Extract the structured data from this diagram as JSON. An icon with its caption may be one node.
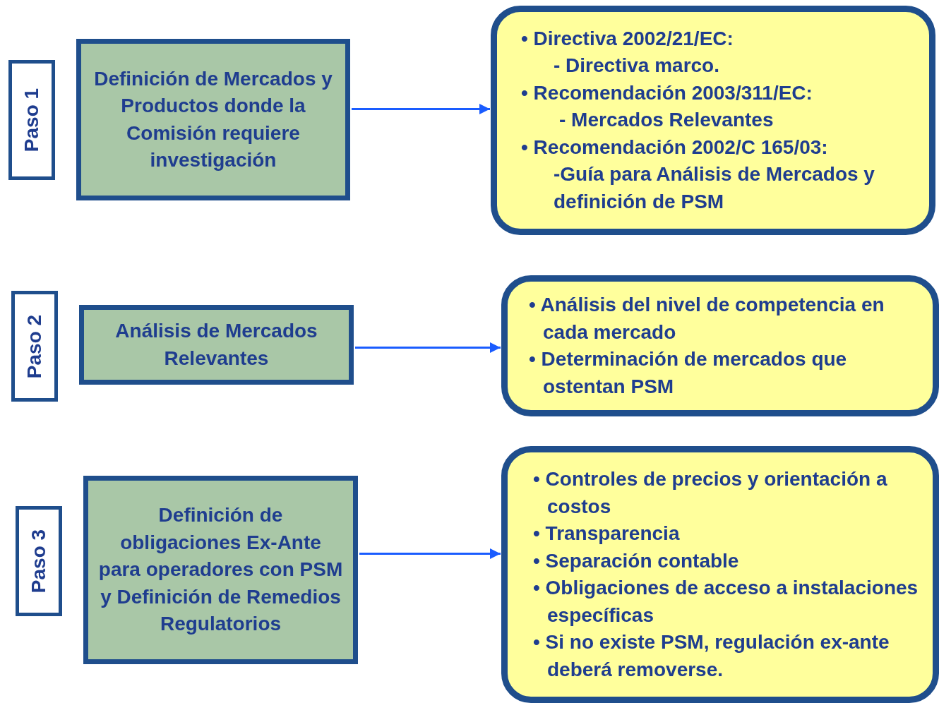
{
  "diagram": {
    "nodes": [
      {
        "text": [
          "Paso 1"
        ]
      },
      {
        "text": [
          "Definición de Mercados y Productos donde la Comisión requiere investigación"
        ]
      },
      {
        "text": [
          "• Directiva 2002/21/EC:",
          "- Directiva marco.",
          "• Recomendación 2003/311/EC:",
          "- Mercados Relevantes",
          "• Recomendación 2002/C 165/03:",
          "-Guía para Análisis de Mercados y definición de PSM"
        ]
      },
      {
        "text": [
          "Paso 2"
        ]
      },
      {
        "text": [
          "Análisis de Mercados Relevantes"
        ]
      },
      {
        "text": [
          "• Análisis del nivel de competencia en cada mercado",
          "• Determinación de mercados que ostentan PSM"
        ]
      },
      {
        "text": [
          "Paso 3"
        ]
      },
      {
        "text": [
          "Definición de obligaciones Ex-Ante para operadores con PSM y Definición de Remedios Regulatorios"
        ]
      },
      {
        "text": [
          "• Controles de precios y orientación a costos",
          "• Transparencia",
          "• Separación contable",
          "• Obligaciones de acceso a instalaciones específicas",
          "• Si no existe PSM, regulación ex-ante deberá removerse."
        ]
      }
    ],
    "edges": [
      {
        "from": 1,
        "to": 2,
        "arrow": "to"
      },
      {
        "from": 4,
        "to": 5,
        "arrow": "to"
      },
      {
        "from": 7,
        "to": 8,
        "arrow": "to"
      }
    ]
  }
}
